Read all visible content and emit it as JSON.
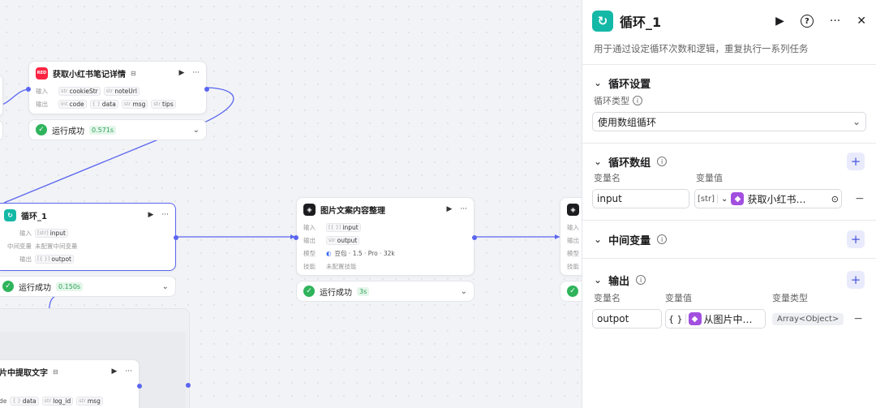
{
  "canvas": {
    "node_xhs": {
      "title": "获取小红书笔记详情",
      "icon_text": "RED",
      "input_label": "输入",
      "output_label": "输出",
      "inputs": [
        {
          "type": "str",
          "name": "cookieStr"
        },
        {
          "type": "str",
          "name": "noteUrl"
        }
      ],
      "outputs": [
        {
          "type": "int",
          "name": "code"
        },
        {
          "type": "{ }",
          "name": "data"
        },
        {
          "type": "str",
          "name": "msg"
        },
        {
          "type": "str",
          "name": "tips"
        }
      ],
      "status": "运行成功",
      "time": "0.571s"
    },
    "node_loop": {
      "title": "循环_1",
      "input_label": "输入",
      "mid_label": "中间变量",
      "mid_value": "未配置中间变量",
      "output_label": "输出",
      "input_var": {
        "type": "[str]",
        "name": "input"
      },
      "output_var": {
        "type": "[{ }]",
        "name": "outpot"
      },
      "status": "运行成功",
      "time": "0.150s"
    },
    "node_img": {
      "title": "图片文案内容整理",
      "input_label": "输入",
      "output_label": "输出",
      "model_label": "模型",
      "skill_label": "技能",
      "input_var": {
        "type": "[{ }]",
        "name": "input"
      },
      "output_var": {
        "type": "str",
        "name": "output"
      },
      "model": "豆包 · 1.5 · Pro · 32k",
      "skill": "未配置技能",
      "status": "运行成功",
      "time": "3s"
    },
    "node_extract": {
      "title": "片中提取文字",
      "outputs": [
        {
          "type": "",
          "name": "de"
        },
        {
          "type": "{ }",
          "name": "data"
        },
        {
          "type": "str",
          "name": "log_id"
        },
        {
          "type": "str",
          "name": "msg"
        }
      ]
    },
    "node_right_partial": {
      "input_label": "输入",
      "output_label": "输出",
      "model_label": "模型",
      "skill_label": "技能"
    }
  },
  "panel": {
    "title": "循环_1",
    "description": "用于通过设定循环次数和逻辑，重复执行一系列任务",
    "loop_settings": {
      "title": "循环设置",
      "type_label": "循环类型",
      "type_value": "使用数组循环"
    },
    "loop_array": {
      "title": "循环数组",
      "col_name": "变量名",
      "col_value": "变量值",
      "var_name": "input",
      "var_type": "[str]",
      "var_ref": "获取小红书…"
    },
    "intermediate": {
      "title": "中间变量"
    },
    "output": {
      "title": "输出",
      "col_name": "变量名",
      "col_value": "变量值",
      "col_type": "变量类型",
      "var_name": "outpot",
      "var_type_icon": "{ }",
      "var_ref": "从图片中…",
      "var_type": "Array<Object>"
    }
  },
  "colors": {
    "accent": "#5a66f0",
    "success": "#2fb45c",
    "loop_icon": "#14b8a6",
    "xhs_red": "#ff2442",
    "ref_purple": "#a24fe0"
  }
}
